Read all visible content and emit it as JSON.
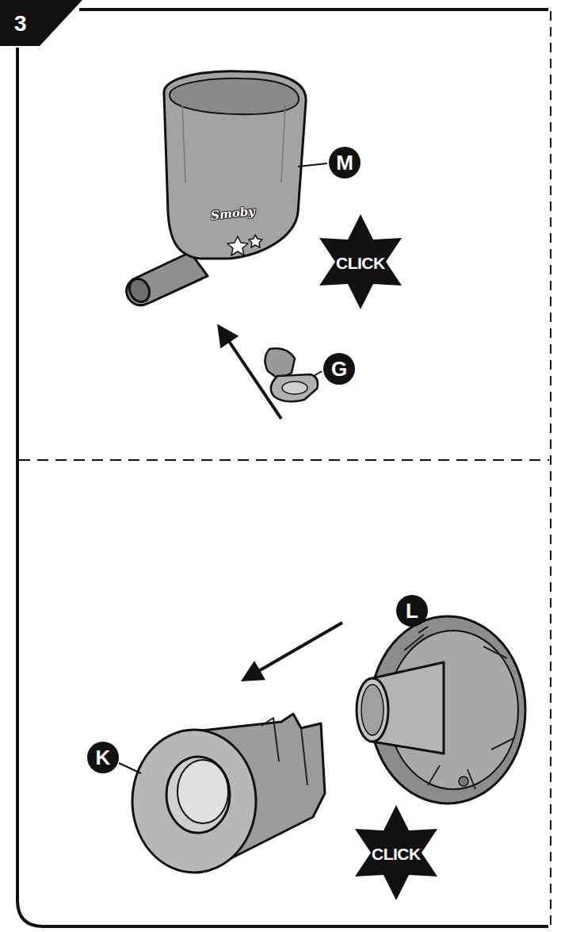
{
  "diagram": {
    "labels": [
      "3",
      "M",
      "Smoby",
      "CLICK",
      "G",
      "L",
      "K",
      "CLICK"
    ]
  }
}
